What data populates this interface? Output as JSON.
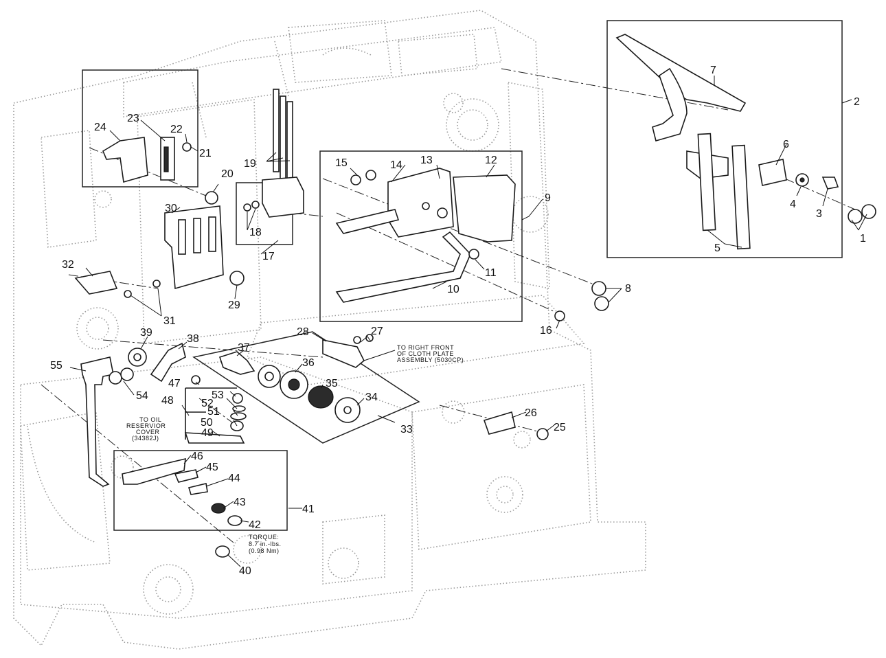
{
  "diagram": {
    "part_numbers": [
      "1",
      "2",
      "3",
      "4",
      "5",
      "6",
      "7",
      "8",
      "9",
      "10",
      "11",
      "12",
      "13",
      "14",
      "15",
      "16",
      "17",
      "18",
      "19",
      "20",
      "21",
      "22",
      "23",
      "24",
      "25",
      "26",
      "27",
      "28",
      "29",
      "30",
      "31",
      "32",
      "33",
      "34",
      "35",
      "36",
      "37",
      "38",
      "39",
      "40",
      "41",
      "42",
      "43",
      "44",
      "45",
      "46",
      "47",
      "48",
      "49",
      "50",
      "51",
      "52",
      "53",
      "54",
      "55"
    ],
    "notes": {
      "cloth_plate_1": "TO RIGHT FRONT",
      "cloth_plate_2": "OF CLOTH PLATE",
      "cloth_plate_3": "ASSEMBLY (5030CP)",
      "oil_cover_1": "TO OIL",
      "oil_cover_2": "RESERVIOR",
      "oil_cover_3": "COVER",
      "oil_cover_4": "(34382J)",
      "torque_1": "TORQUE:",
      "torque_2": "8.7 in.-lbs.",
      "torque_3": "(0.98 Nm)"
    },
    "colors": {
      "ink": "#111111",
      "ghost_body": "#9a9a9a",
      "background": "#ffffff"
    }
  }
}
